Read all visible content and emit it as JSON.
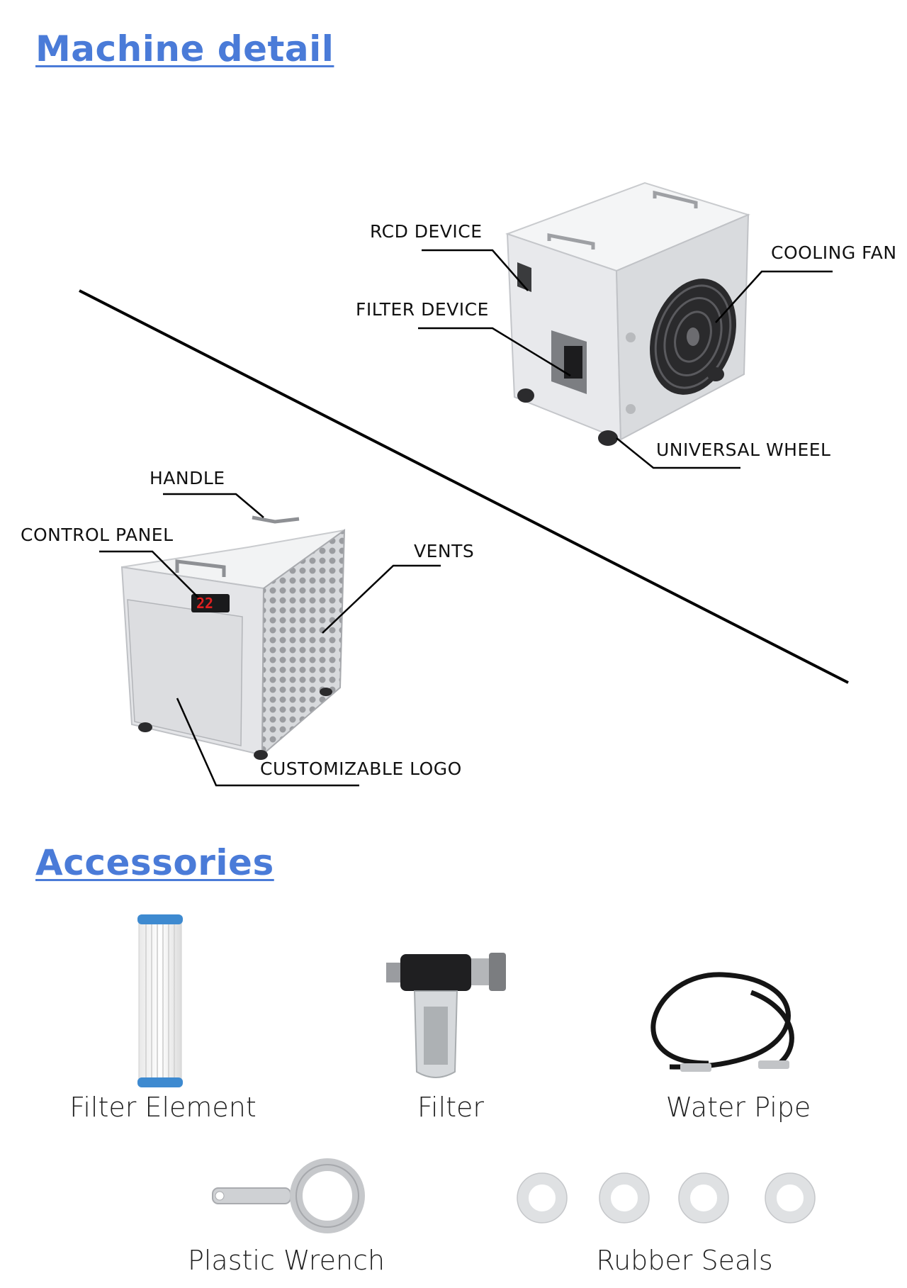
{
  "colors": {
    "heading": "#4a7bd8",
    "line": "#000000",
    "machine_body": "#e6e7ea",
    "display": "#e02020"
  },
  "sections": {
    "machine_detail_title": "Machine detail",
    "accessories_title": "Accessories"
  },
  "callouts": {
    "rcd_device": "RCD DEVICE",
    "filter_device": "FILTER DEVICE",
    "cooling_fan": "COOLING FAN",
    "universal_wheel": "UNIVERSAL WHEEL",
    "handle": "HANDLE",
    "control_panel": "CONTROL PANEL",
    "vents": "VENTS",
    "customizable_logo": "CUSTOMIZABLE LOGO"
  },
  "display_value": "22",
  "accessories": {
    "filter_element": "Filter Element",
    "filter": "Filter",
    "water_pipe": "Water Pipe",
    "plastic_wrench": "Plastic Wrench",
    "rubber_seals": "Rubber Seals"
  }
}
